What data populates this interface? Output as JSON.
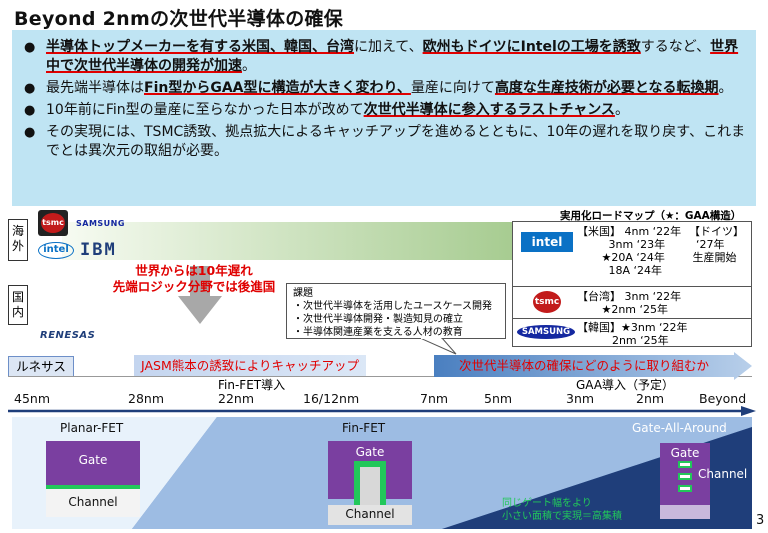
{
  "title": "Beyond 2nmの次世代半導体の確保",
  "bullets": [
    {
      "parts": [
        {
          "t": "半導体トップメーカーを有する米国、韓国、台湾",
          "h": true
        },
        {
          "t": "に加えて、",
          "h": false
        },
        {
          "t": "欧州もドイツにIntelの工場を誘致",
          "h": true
        },
        {
          "t": "するなど、",
          "h": false
        },
        {
          "t": "世界中で次世代半導体の開発が加速",
          "h": true
        },
        {
          "t": "。",
          "h": false
        }
      ]
    },
    {
      "parts": [
        {
          "t": "最先端半導体は",
          "h": false
        },
        {
          "t": "Fin型からGAA型に構造が大きく変わり、",
          "h": true
        },
        {
          "t": "量産に向けて",
          "h": false
        },
        {
          "t": "高度な生産技術が必要となる転換期",
          "h": true
        },
        {
          "t": "。",
          "h": false
        }
      ]
    },
    {
      "parts": [
        {
          "t": "10年前にFin型の量産に至らなかった日本が改めて",
          "h": false
        },
        {
          "t": "次世代半導体に参入するラストチャンス",
          "h": true
        },
        {
          "t": "。",
          "h": false
        }
      ]
    },
    {
      "parts": [
        {
          "t": "その実現には、TSMC誘致、拠点拡大によるキャッチアップを進めるとともに、10年の遅れを取り戻す、これまでとは異次元の取組が必要。",
          "h": false
        }
      ]
    }
  ],
  "regions": {
    "overseas": "海外",
    "domestic": "国内"
  },
  "logos": {
    "tsmc": "tsmc",
    "samsung": "SAMSUNG",
    "intel": "intel",
    "ibm": "IBM",
    "renesas": "RENESAS"
  },
  "delay_text": [
    "世界からは10年遅れ",
    "先端ロジック分野では後進国"
  ],
  "callout": {
    "heading": "課題",
    "items": [
      "・次世代半導体を活用したユースケース開発",
      "・次世代半導体開発・製造知見の確立",
      "・半導体関連産業を支える人材の教育"
    ]
  },
  "roadmap": {
    "title": "実用化ロードマップ（★：GAA構造）",
    "rows": [
      {
        "logo": "intel",
        "text": "【米国】 4nm ‘22年\n         3nm ‘23年\n       ★20A ‘24年\n         18A ‘24年",
        "side": "【ドイツ】\n  ‘27年\n 生産開始"
      },
      {
        "logo": "tsmc",
        "text": "【台湾】 3nm ‘22年\n       ★2nm ‘25年",
        "side": ""
      },
      {
        "logo": "SAMSUNG",
        "text": "【韓国】★3nm ‘22年\n          2nm ‘25年",
        "side": ""
      }
    ]
  },
  "banners": {
    "renesas_label": "ルネサス",
    "jasm": "JASM熊本の誘致によりキャッチアップ",
    "next": "次世代半導体の確保にどのように取り組むか"
  },
  "milestones": {
    "finfet": "Fin-FET導入",
    "gaa": "GAA導入（予定）"
  },
  "nodes": [
    "45nm",
    "28nm",
    "22nm",
    "16/12nm",
    "7nm",
    "5nm",
    "3nm",
    "2nm",
    "Beyond"
  ],
  "structures": {
    "planar": {
      "title": "Planar-FET",
      "gate": "Gate",
      "channel": "Channel"
    },
    "fin": {
      "title": "Fin-FET",
      "gate": "Gate",
      "channel": "Channel"
    },
    "gaa": {
      "title": "Gate-All-Around",
      "gate": "Gate",
      "channel": "Channel",
      "note": [
        "同じゲート幅をより",
        "小さい面積で実現＝高集積"
      ]
    }
  },
  "page_number": "3",
  "colors": {
    "accent_red": "#e00000",
    "summary_bg": "#bfe4f3",
    "gate_purple": "#7a3fa0",
    "fin_green": "#22c75a",
    "dark_navy": "#1f3e7a"
  }
}
